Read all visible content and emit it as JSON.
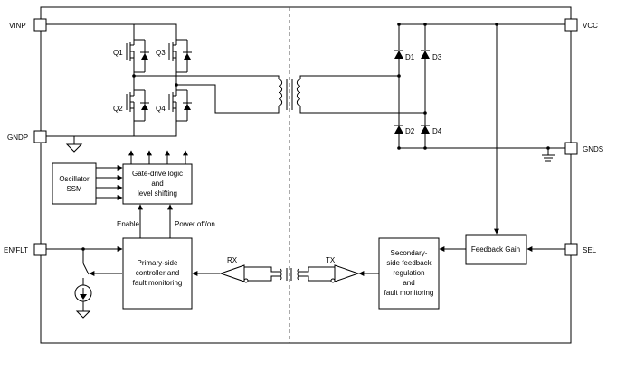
{
  "pins": {
    "vinp": "VINP",
    "gndp": "GNDP",
    "en_flt": "EN/FLT",
    "vcc": "VCC",
    "gnds": "GNDS",
    "sel": "SEL"
  },
  "transistors": {
    "q1": "Q1",
    "q2": "Q2",
    "q3": "Q3",
    "q4": "Q4"
  },
  "diodes": {
    "d1": "D1",
    "d2": "D2",
    "d3": "D3",
    "d4": "D4"
  },
  "blocks": {
    "oscillator": [
      "Oscillator",
      "SSM"
    ],
    "gate_drive": [
      "Gate-drive logic",
      "and",
      "level shifting"
    ],
    "primary": [
      "Primary-side",
      "controller and",
      "fault monitoring"
    ],
    "secondary": [
      "Secondary-",
      "side feedback",
      "regulation",
      "and",
      "fault monitoring"
    ],
    "feedback_gain": "Feedback Gain"
  },
  "signals": {
    "enable": "Enable",
    "power": "Power off/on",
    "rx": "RX",
    "tx": "TX"
  }
}
